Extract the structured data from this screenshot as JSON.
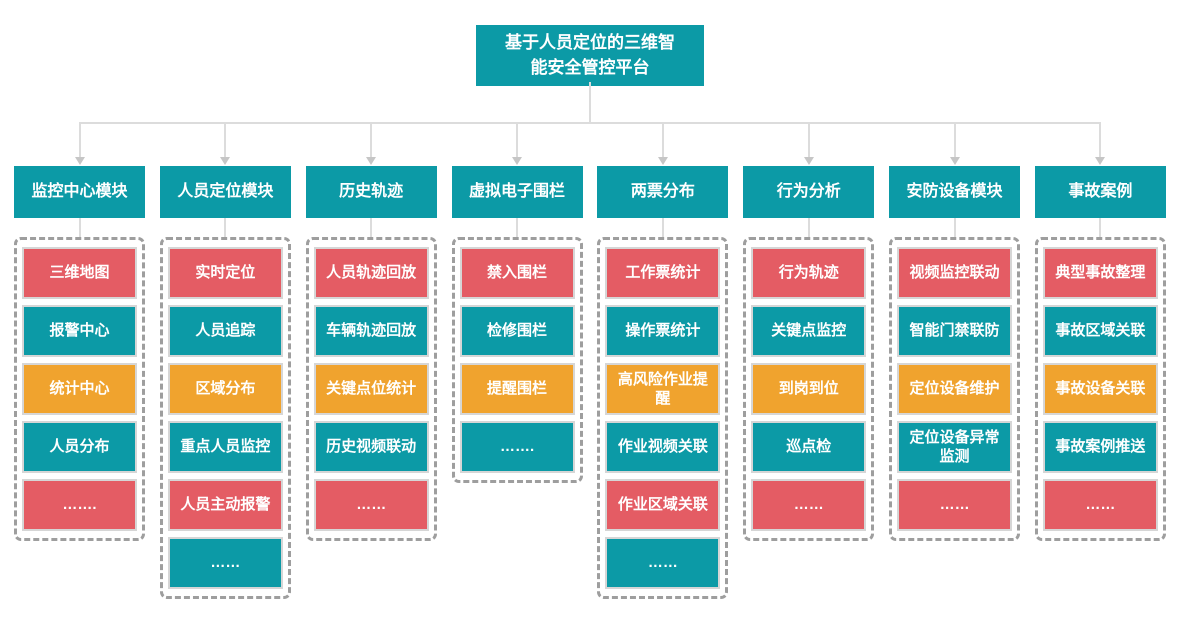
{
  "root": {
    "title": "基于人员定位的三维智能安全管控平台"
  },
  "colors": {
    "teal": "#0C9AA6",
    "red": "#E45C64",
    "orange": "#F0A32E",
    "line": "#DCDCDC",
    "arrow": "#C6C6C6",
    "dash": "#9E9E9E",
    "itemborder": "#D6D6D6"
  },
  "columns": [
    {
      "header": "监控中心模块",
      "items": [
        {
          "label": "三维地图",
          "color": "red"
        },
        {
          "label": "报警中心",
          "color": "teal"
        },
        {
          "label": "统计中心",
          "color": "orange"
        },
        {
          "label": "人员分布",
          "color": "teal"
        },
        {
          "label": "…….",
          "color": "red"
        }
      ]
    },
    {
      "header": "人员定位模块",
      "items": [
        {
          "label": "实时定位",
          "color": "red"
        },
        {
          "label": "人员追踪",
          "color": "teal"
        },
        {
          "label": "区域分布",
          "color": "orange"
        },
        {
          "label": "重点人员监控",
          "color": "teal"
        },
        {
          "label": "人员主动报警",
          "color": "red"
        },
        {
          "label": "……",
          "color": "teal"
        }
      ]
    },
    {
      "header": "历史轨迹",
      "items": [
        {
          "label": "人员轨迹回放",
          "color": "red"
        },
        {
          "label": "车辆轨迹回放",
          "color": "teal"
        },
        {
          "label": "关键点位统计",
          "color": "orange"
        },
        {
          "label": "历史视频联动",
          "color": "teal"
        },
        {
          "label": "……",
          "color": "red"
        }
      ]
    },
    {
      "header": "虚拟电子围栏",
      "items": [
        {
          "label": "禁入围栏",
          "color": "red"
        },
        {
          "label": "检修围栏",
          "color": "teal"
        },
        {
          "label": "提醒围栏",
          "color": "orange"
        },
        {
          "label": "…….",
          "color": "teal"
        }
      ]
    },
    {
      "header": "两票分布",
      "items": [
        {
          "label": "工作票统计",
          "color": "red"
        },
        {
          "label": "操作票统计",
          "color": "teal"
        },
        {
          "label": "高风险作业提醒",
          "color": "orange"
        },
        {
          "label": "作业视频关联",
          "color": "teal"
        },
        {
          "label": "作业区域关联",
          "color": "red"
        },
        {
          "label": "……",
          "color": "teal"
        }
      ]
    },
    {
      "header": "行为分析",
      "items": [
        {
          "label": "行为轨迹",
          "color": "red"
        },
        {
          "label": "关键点监控",
          "color": "teal"
        },
        {
          "label": "到岗到位",
          "color": "orange"
        },
        {
          "label": "巡点检",
          "color": "teal"
        },
        {
          "label": "……",
          "color": "red"
        }
      ]
    },
    {
      "header": "安防设备模块",
      "items": [
        {
          "label": "视频监控联动",
          "color": "red"
        },
        {
          "label": "智能门禁联防",
          "color": "teal"
        },
        {
          "label": "定位设备维护",
          "color": "orange"
        },
        {
          "label": "定位设备异常监测",
          "color": "teal"
        },
        {
          "label": "……",
          "color": "red"
        }
      ]
    },
    {
      "header": "事故案例",
      "items": [
        {
          "label": "典型事故整理",
          "color": "red"
        },
        {
          "label": "事故区域关联",
          "color": "teal"
        },
        {
          "label": "事故设备关联",
          "color": "orange"
        },
        {
          "label": "事故案例推送",
          "color": "teal"
        },
        {
          "label": "……",
          "color": "red"
        }
      ]
    }
  ]
}
